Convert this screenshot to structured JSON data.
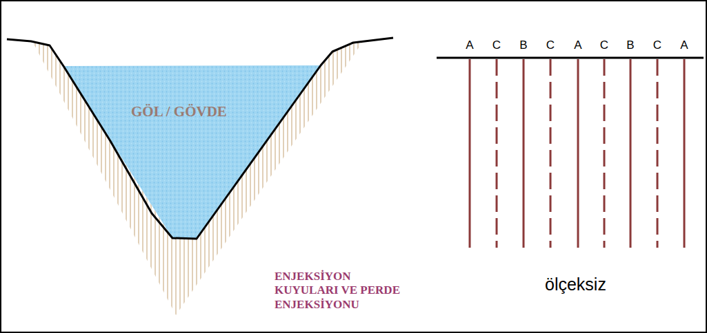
{
  "diagram": {
    "labels": [
      "GÖL / GÖVDE",
      "A",
      "C",
      "B",
      "C",
      "A",
      "C",
      "B",
      "C",
      "A",
      "ENJEKSİYON KUYULARI VE PERDE ENJEKSİYONU",
      "ölçeksiz"
    ]
  }
}
